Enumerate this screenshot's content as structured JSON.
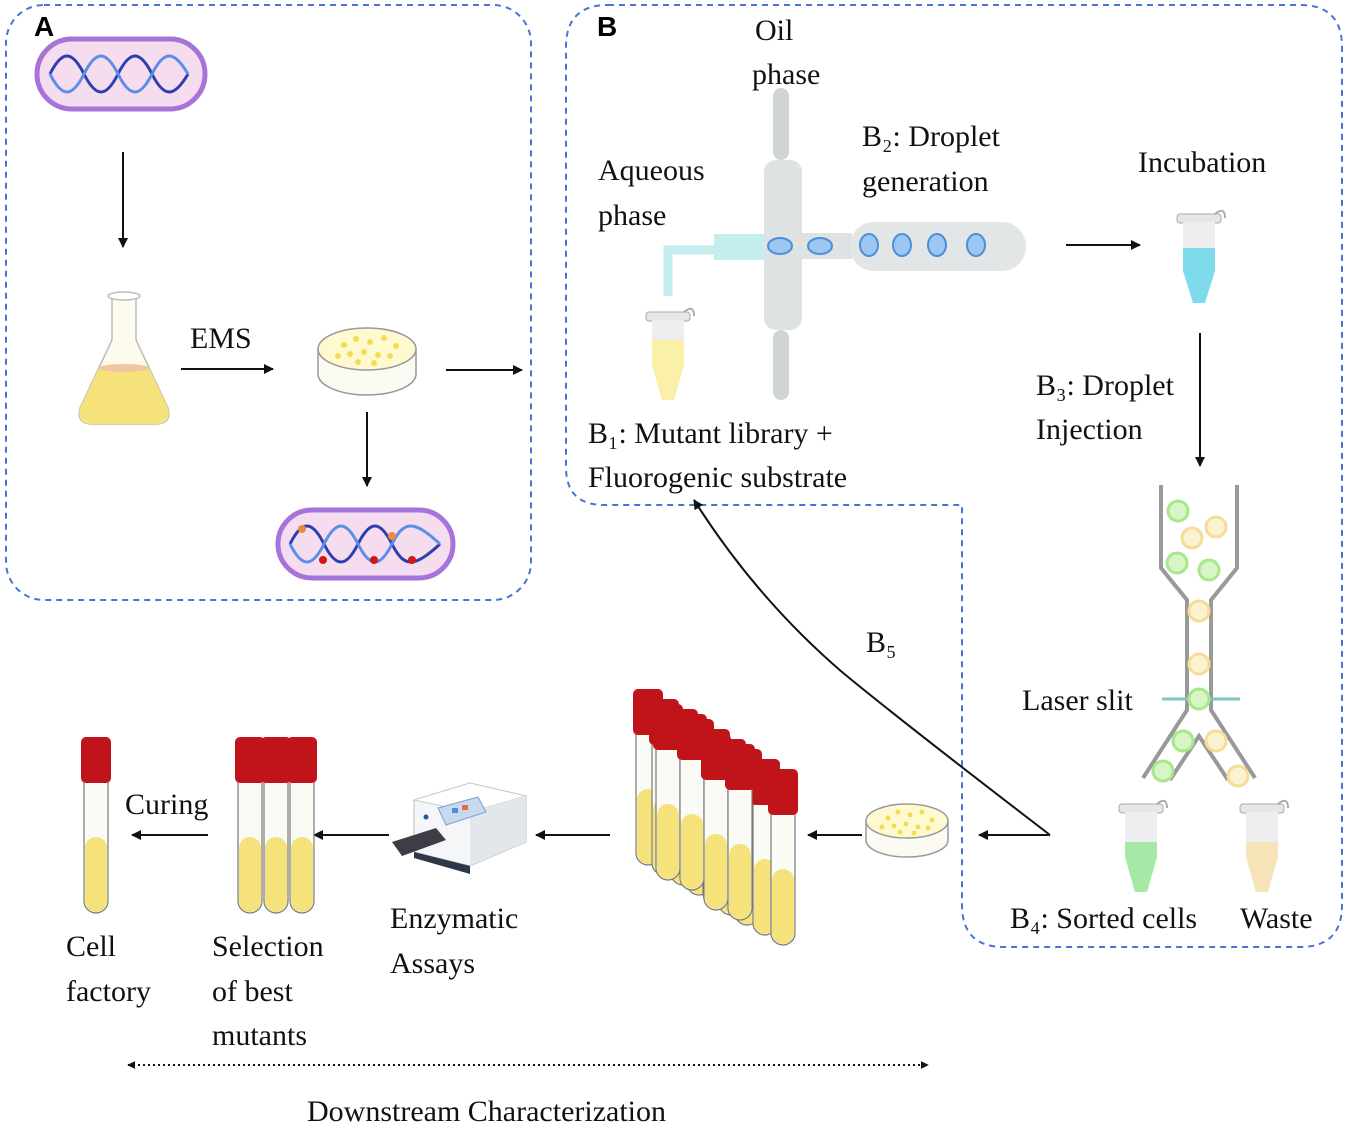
{
  "panels": {
    "a_letter": "A",
    "b_letter": "B"
  },
  "labels": {
    "ems": "EMS",
    "oil_1": "Oil",
    "oil_2": "phase",
    "aqueous_1": "Aqueous",
    "aqueous_2": "phase",
    "b2_1": "B₂: Droplet",
    "b2_2": "generation",
    "incubation": "Incubation",
    "b1_1": "B₁: Mutant library +",
    "b1_2": "Fluorogenic substrate",
    "b3_1": "B₃: Droplet",
    "b3_2": "Injection",
    "b5": "B₅",
    "laser": "Laser slit",
    "b4": "B₄: Sorted cells",
    "waste": "Waste",
    "curing": "Curing",
    "cell_1": "Cell",
    "cell_2": "factory",
    "sel_1": "Selection",
    "sel_2": "of best",
    "sel_3": "mutants",
    "enz_1": "Enzymatic",
    "enz_2": "Assays",
    "downstream": "Downstream Characterization"
  },
  "colors": {
    "dashed_border": "#4a72d8",
    "dna_capsule_border": "#a873d8",
    "dna_capsule_fill": "#f6dcef",
    "dna_strand": "#2d3fb0",
    "culture_yellow": "#f6e27a",
    "tube_cap_red": "#c0141a",
    "droplet_blue": "#9cc7f2",
    "droplet_green": "#a6e88a",
    "droplet_yellow": "#f6dc98",
    "cyan_liquid": "#7fdbec",
    "channel_gray": "#d4d8d8"
  },
  "icons": {
    "plasmid": "plasmid-icon",
    "flask": "flask-icon",
    "petri": "petri-dish-icon",
    "mutant_plasmid": "mutant-plasmid-icon",
    "microfluidic": "microfluidic-chip-icon",
    "eppendorf": "eppendorf-tube-icon",
    "sorter": "droplet-sorter-icon",
    "culture_tube": "culture-tube-icon",
    "plate_reader": "plate-reader-icon"
  }
}
